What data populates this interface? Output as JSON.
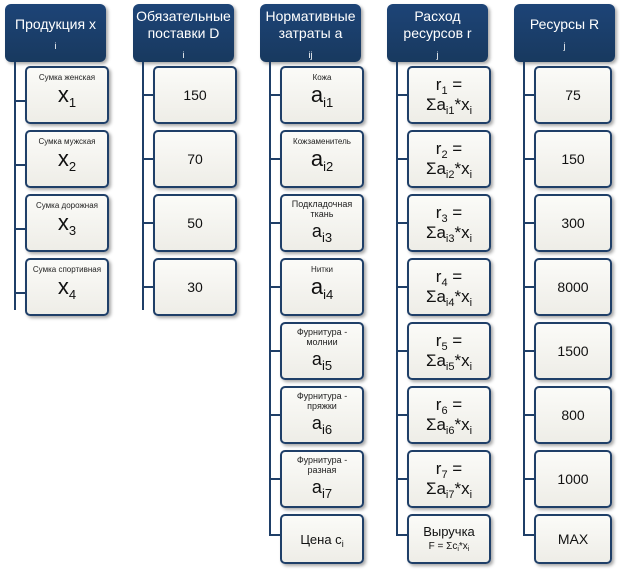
{
  "columns": {
    "products": {
      "header": {
        "text": "Продукция x",
        "sub": "i"
      },
      "items": [
        {
          "label": "Сумка женская",
          "var": "x",
          "sub": "1"
        },
        {
          "label": "Сумка мужская",
          "var": "x",
          "sub": "2"
        },
        {
          "label": "Сумка дорожная",
          "var": "x",
          "sub": "3"
        },
        {
          "label": "Сумка спортивная",
          "var": "x",
          "sub": "4"
        }
      ]
    },
    "deliveries": {
      "header": {
        "line1": "Обязательные",
        "line2": "поставки D",
        "sub": "i"
      },
      "items": [
        "150",
        "70",
        "50",
        "30"
      ]
    },
    "norms": {
      "header": {
        "line1": "Нормативные",
        "line2": "затраты a",
        "sub": "ij"
      },
      "items": [
        {
          "label": "Кожа",
          "var": "a",
          "sub": "i1"
        },
        {
          "label": "Кожзаменитель",
          "var": "a",
          "sub": "i2"
        },
        {
          "label": "Подкладочная ткань",
          "var": "a",
          "sub": "i3"
        },
        {
          "label": "Нитки",
          "var": "a",
          "sub": "i4"
        },
        {
          "label": "Фурнитура - молнии",
          "var": "a",
          "sub": "i5"
        },
        {
          "label": "Фурнитура - пряжки",
          "var": "a",
          "sub": "i6"
        },
        {
          "label": "Фурнитура - разная",
          "var": "a",
          "sub": "i7"
        }
      ],
      "price": {
        "text": "Цена c",
        "sub": "i"
      }
    },
    "consumption": {
      "header": {
        "line1": "Расход",
        "line2": "ресурсов r",
        "sub": "j"
      },
      "items": [
        {
          "r": "r",
          "rsub": "1",
          "eq": " =",
          "sum": "Σa",
          "asub": "i1",
          "tail": "*x",
          "xsub": "i"
        },
        {
          "r": "r",
          "rsub": "2",
          "eq": " =",
          "sum": "Σa",
          "asub": "i2",
          "tail": "*x",
          "xsub": "i"
        },
        {
          "r": "r",
          "rsub": "3",
          "eq": " =",
          "sum": "Σa",
          "asub": "i3",
          "tail": "*x",
          "xsub": "i"
        },
        {
          "r": "r",
          "rsub": "4",
          "eq": " =",
          "sum": "Σa",
          "asub": "i4",
          "tail": "*x",
          "xsub": "i"
        },
        {
          "r": "r",
          "rsub": "5",
          "eq": " =",
          "sum": "Σa",
          "asub": "i5",
          "tail": "*x",
          "xsub": "i"
        },
        {
          "r": "r",
          "rsub": "6",
          "eq": " =",
          "sum": "Σa",
          "asub": "i6",
          "tail": "*x",
          "xsub": "i"
        },
        {
          "r": "r",
          "rsub": "7",
          "eq": " =",
          "sum": "Σa",
          "asub": "i7",
          "tail": "*x",
          "xsub": "i"
        }
      ],
      "revenue": {
        "label": "Выручка",
        "formula": "F = Σc",
        "csub": "i",
        "tail": "*x",
        "xsub": "i"
      }
    },
    "resources": {
      "header": {
        "text": "Ресурсы R",
        "sub": "j"
      },
      "items": [
        "75",
        "150",
        "300",
        "8000",
        "1500",
        "800",
        "1000",
        "MAX"
      ]
    }
  },
  "colors": {
    "header_bg": "#1d4477",
    "box_border": "#1f3f68",
    "box_bg": "#f3f2ed"
  }
}
